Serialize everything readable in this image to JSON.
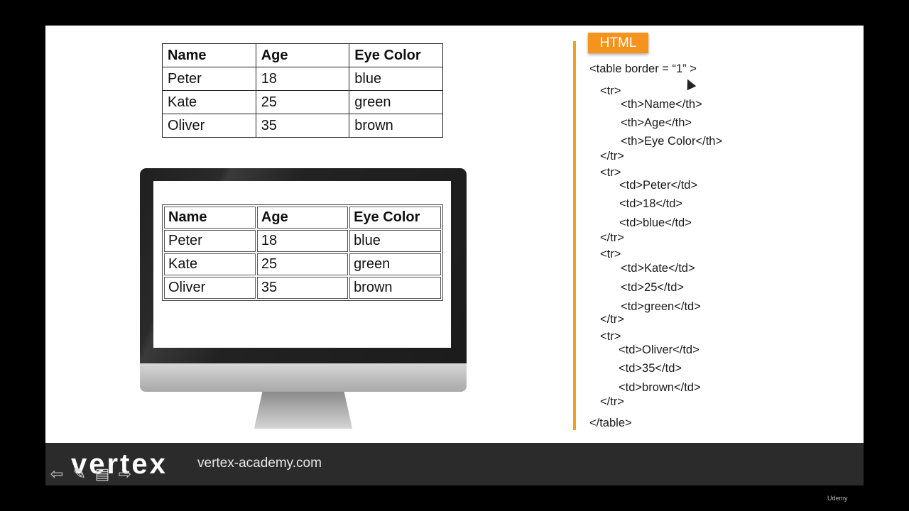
{
  "table": {
    "headers": [
      "Name",
      "Age",
      "Eye Color"
    ],
    "rows": [
      [
        "Peter",
        "18",
        "blue"
      ],
      [
        "Kate",
        "25",
        "green"
      ],
      [
        "Oliver",
        "35",
        "brown"
      ]
    ]
  },
  "code_panel": {
    "badge": "HTML",
    "lines": [
      "<table  border = “1” >",
      "<tr>",
      "<th>Name</th>",
      "<th>Age</th>",
      "<th>Eye Color</th>",
      "</tr>",
      "<tr>",
      "<td>Peter</td>",
      "<td>18</td>",
      "<td>blue</td>",
      "</tr>",
      "<tr>",
      "<td>Kate</td>",
      "<td>25</td>",
      "<td>green</td>",
      "</tr>",
      "<tr>",
      "<td>Oliver</td>",
      "<td>35</td>",
      "<td>brown</td>",
      "</tr>",
      "</table>"
    ]
  },
  "footer": {
    "logo": "vertex",
    "website": "vertex-academy.com",
    "watermark": "Udemy"
  },
  "colors": {
    "accent": "#f6931e",
    "logo_accent": "#e8452c",
    "footer_bg": "#2b2b2b"
  },
  "icons": [
    "back-arrow-icon",
    "pen-icon",
    "slides-icon",
    "forward-arrow-icon",
    "cursor-icon"
  ]
}
